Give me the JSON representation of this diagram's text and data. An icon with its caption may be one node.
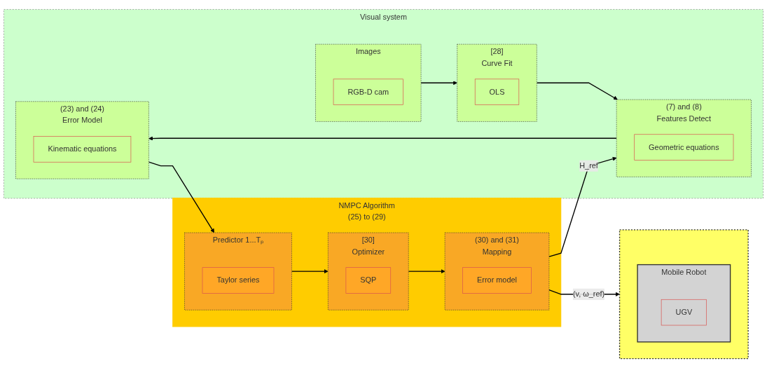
{
  "diagram": {
    "nodes": [
      {
        "text": [
          "NMPC Algorithm",
          "(25) to (29)"
        ]
      },
      {
        "text": [
          "Predictor 1...Tₚ"
        ],
        "in": 0
      },
      {
        "text": [
          "Taylor series"
        ],
        "in": 1
      },
      {
        "text": [
          "Optimizer"
        ],
        "beside": [
          "[30]"
        ],
        "in": 0
      },
      {
        "text": [
          "SQP"
        ],
        "in": 3
      },
      {
        "text": [
          "Mapping"
        ],
        "beside": [
          "(30) and (31)"
        ],
        "in": 0
      },
      {
        "text": [
          "Error model"
        ],
        "in": 5
      },
      {
        "text": [
          "Visual system"
        ]
      },
      {
        "text": [
          "Images"
        ],
        "in": 7
      },
      {
        "text": [
          "RGB-D cam"
        ],
        "in": 8
      },
      {
        "text": [
          "Curve Fit"
        ],
        "beside": [
          "[28]"
        ],
        "in": 7
      },
      {
        "text": [
          "OLS"
        ],
        "in": 10
      },
      {
        "text": [
          "Features Detect"
        ],
        "beside": [
          "(7) and (8)"
        ],
        "in": 7
      },
      {
        "text": [
          "Geometric equations"
        ],
        "in": 12
      },
      {
        "text": [
          "Error Model"
        ],
        "beside": [
          "(23) and (24)"
        ],
        "in": 7
      },
      {
        "text": [
          "Kinematic equations"
        ],
        "in": 14
      },
      {
        "text": [],
        "shape": "box"
      },
      {
        "text": [
          "Mobile Robot"
        ],
        "in": 16
      },
      {
        "text": [
          "UGV"
        ],
        "in": 17
      }
    ],
    "edges": [
      {
        "from": 1,
        "to": 3,
        "arrow": "to"
      },
      {
        "from": 3,
        "to": 5,
        "arrow": "to"
      },
      {
        "from": 8,
        "to": 10,
        "arrow": "to"
      },
      {
        "from": 10,
        "to": 12,
        "arrow": "to"
      },
      {
        "from": 12,
        "to": 14,
        "arrow": "to"
      },
      {
        "from": 14,
        "to": 1,
        "arrow": "to"
      },
      {
        "from": 5,
        "to": 16,
        "arrow": "to",
        "label": "(v, ω_ref)"
      },
      {
        "from": 5,
        "to": 12,
        "arrow": "to",
        "label": "H_ref"
      }
    ]
  }
}
